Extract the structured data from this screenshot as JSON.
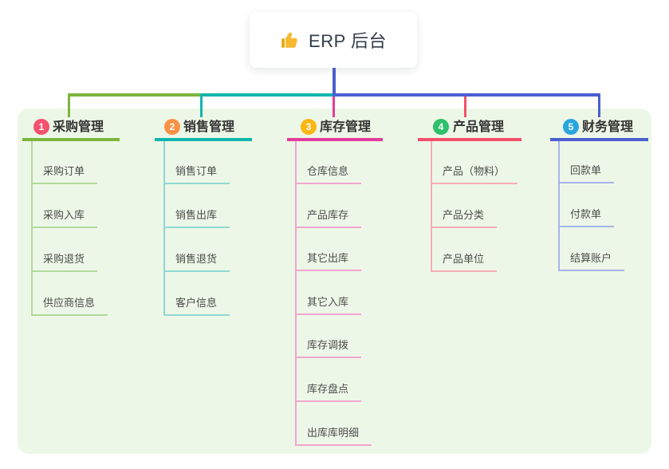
{
  "root": {
    "label": "ERP 后台",
    "icon": "thumbs-up"
  },
  "colors": {
    "panel_background": "#edf7e7",
    "root_line": "#4a5fd0",
    "root_text": "#333c4a",
    "thumb_icon": "#f5b82e"
  },
  "branches": [
    {
      "index": "1",
      "label": "采购管理",
      "colors": {
        "badge": "#f4526d",
        "line": "#7cb53d",
        "child_line": "#b3d89b"
      },
      "children": [
        "采购订单",
        "采购入库",
        "采购退货",
        "供应商信息"
      ]
    },
    {
      "index": "2",
      "label": "销售管理",
      "colors": {
        "badge": "#fb9144",
        "line": "#12b5ac",
        "child_line": "#8ed8d2"
      },
      "children": [
        "销售订单",
        "销售出库",
        "销售退货",
        "客户信息"
      ]
    },
    {
      "index": "3",
      "label": "库存管理",
      "colors": {
        "badge": "#fcb713",
        "line": "#e53c9d",
        "child_line": "#f2a5d1"
      },
      "children": [
        "仓库信息",
        "产品库存",
        "其它出库",
        "其它入库",
        "库存调拨",
        "库存盘点",
        "出库库明细"
      ]
    },
    {
      "index": "4",
      "label": "产品管理",
      "colors": {
        "badge": "#2ec06c",
        "line": "#f4506b",
        "child_line": "#f8abb5"
      },
      "children": [
        "产品（物料）",
        "产品分类",
        "产品单位"
      ]
    },
    {
      "index": "5",
      "label": "财务管理",
      "colors": {
        "badge": "#2aa6dd",
        "line": "#4a5fd0",
        "child_line": "#a6b4ea"
      },
      "children": [
        "回款单",
        "付款单",
        "结算账户"
      ]
    }
  ]
}
